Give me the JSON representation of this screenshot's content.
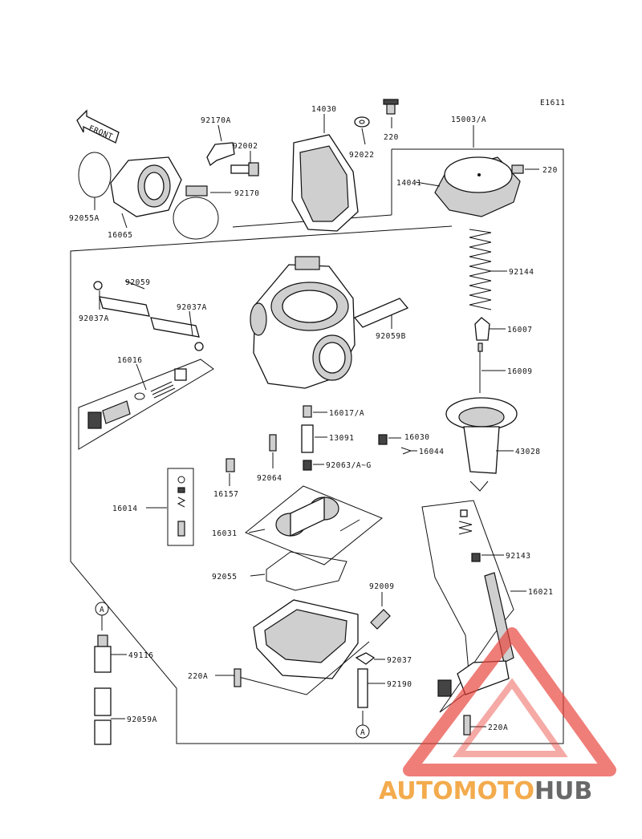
{
  "diagram_id": "E1611",
  "front_label": "FRONT",
  "labels": {
    "l92170A": "92170A",
    "l92002": "92002",
    "l14030": "14030",
    "l92022": "92022",
    "l220_top": "220",
    "l15003A": "15003/A",
    "l220_right": "220",
    "l14041": "14041",
    "l92170": "92170",
    "l92055A": "92055A",
    "l16065": "16065",
    "l92059": "92059",
    "l92037A_left": "92037A",
    "l92037A_right": "92037A",
    "l92144": "92144",
    "l16007": "16007",
    "l92059B": "92059B",
    "l16016": "16016",
    "l16009": "16009",
    "l16017A": "16017/A",
    "l13091": "13091",
    "l16030": "16030",
    "l16044": "16044",
    "l43028": "43028",
    "l92063": "92063/A~G",
    "l16157": "16157",
    "l92064": "92064",
    "l16014": "16014",
    "l16031": "16031",
    "l92143": "92143",
    "l92055": "92055",
    "l92009": "92009",
    "l16021": "16021",
    "l49116": "49116",
    "l92037": "92037",
    "l220A_left": "220A",
    "l92190": "92190",
    "l92059A": "92059A",
    "l220A_right": "220A",
    "callout_a_top": "A",
    "callout_a_bottom": "A"
  },
  "watermark": {
    "part1": "AUTOMOTO",
    "part2": "HUB",
    "color_primary": "#e8423a",
    "color_secondary": "#f2a23a",
    "color_tertiary": "#595959"
  }
}
